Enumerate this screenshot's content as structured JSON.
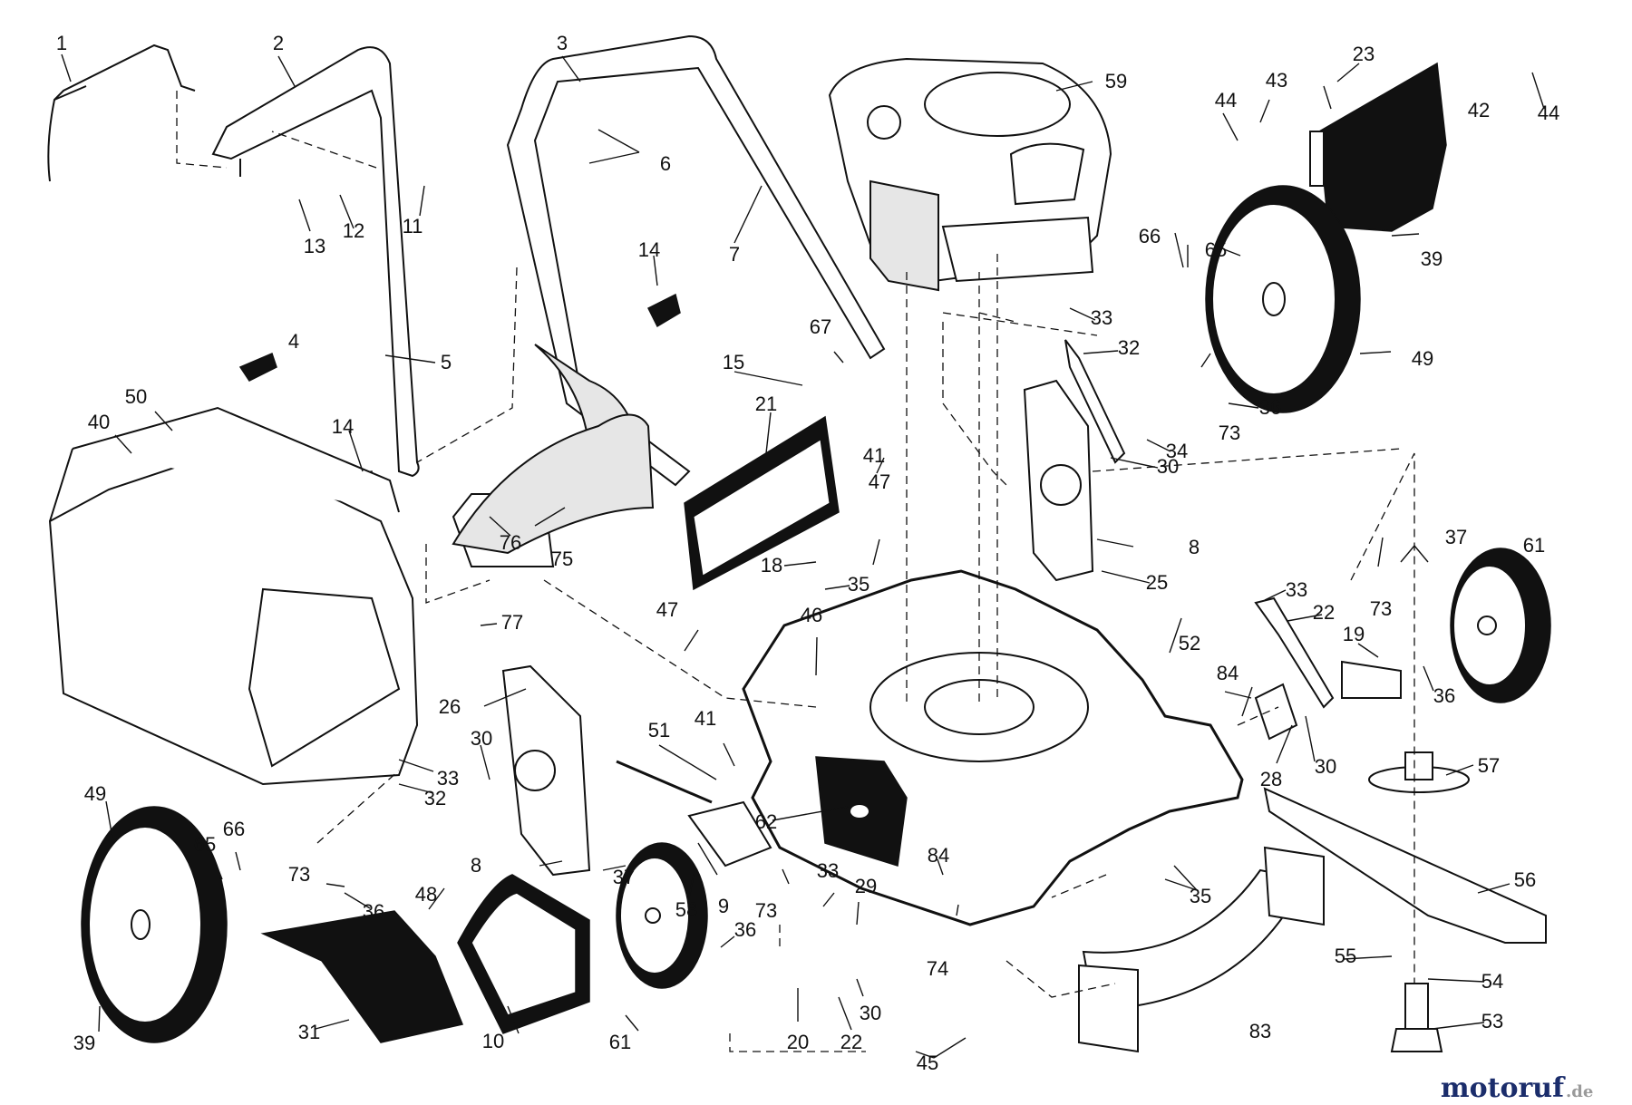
{
  "watermark": {
    "brand": "motoruf",
    "suffix": ".de",
    "color_brand": "#1b2d6b",
    "color_suffix": "#9a9a9a"
  },
  "callouts": [
    "1",
    "2",
    "3",
    "4",
    "5",
    "6",
    "7",
    "8",
    "8",
    "9",
    "10",
    "11",
    "12",
    "13",
    "14",
    "14",
    "15",
    "18",
    "19",
    "20",
    "21",
    "22",
    "22",
    "23",
    "25",
    "26",
    "28",
    "29",
    "30",
    "30",
    "30",
    "30",
    "31",
    "32",
    "32",
    "33",
    "33",
    "33",
    "33",
    "34",
    "35",
    "35",
    "36",
    "36",
    "36",
    "36",
    "37",
    "37",
    "39",
    "39",
    "40",
    "41",
    "41",
    "42",
    "43",
    "44",
    "44",
    "45",
    "46",
    "47",
    "47",
    "48",
    "49",
    "49",
    "50",
    "51",
    "52",
    "53",
    "54",
    "55",
    "56",
    "57",
    "58",
    "59",
    "61",
    "61",
    "62",
    "65",
    "65",
    "66",
    "66",
    "67",
    "73",
    "73",
    "73",
    "73",
    "74",
    "75",
    "76",
    "77",
    "83",
    "84",
    "84"
  ]
}
